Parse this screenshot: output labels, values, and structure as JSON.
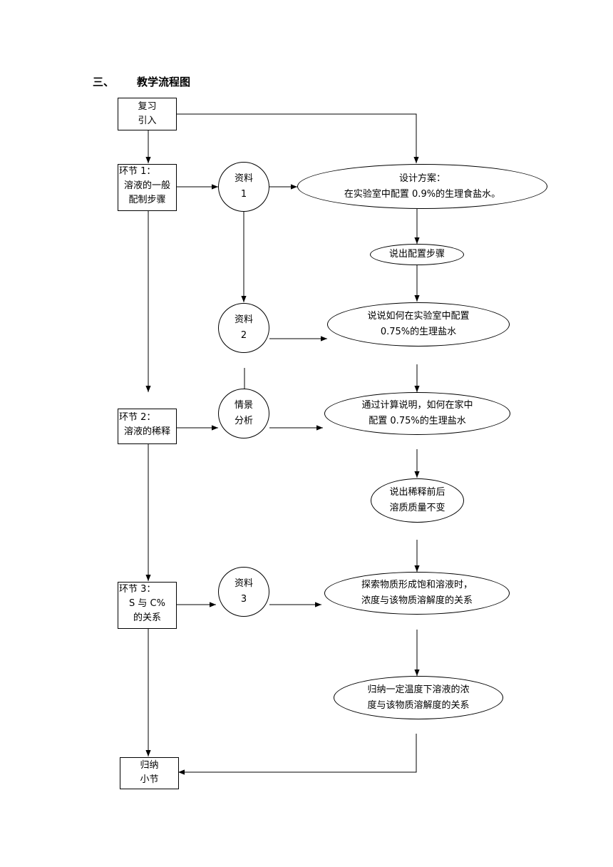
{
  "heading": {
    "number": "三、",
    "title": "教学流程图"
  },
  "stages": {
    "review": {
      "line1": "复习",
      "line2": "引入"
    },
    "stage1": {
      "line1": "环节 1：",
      "line2": "溶液的一般",
      "line3": "配制步骤"
    },
    "stage2": {
      "line1": "环节 2：",
      "line2": "溶液的稀释"
    },
    "stage3": {
      "line1": "环节 3：",
      "line2": "S 与 C%",
      "line3": "的关系"
    },
    "summary": {
      "line1": "归纳",
      "line2": "小节"
    }
  },
  "resources": {
    "material1": {
      "line1": "资料",
      "line2": "1"
    },
    "material2": {
      "line1": "资料",
      "line2": "2"
    },
    "scenario": {
      "line1": "情景",
      "line2": "分析"
    },
    "material3": {
      "line1": "资料",
      "line2": "3"
    }
  },
  "activities": {
    "design": {
      "line1": "设计方案：",
      "line2": "在实验室中配置 0.9%的生理食盐水。"
    },
    "steps": {
      "line1": "说出配置步骤"
    },
    "lab075": {
      "line1": "说说如何在实验室中配置",
      "line2": "0.75%的生理盐水"
    },
    "home075": {
      "line1": "通过计算说明，如何在家中",
      "line2": "配置 0.75%的生理盐水"
    },
    "dilution": {
      "line1": "说出稀释前后",
      "line2": "溶质质量不变"
    },
    "saturate": {
      "line1": "探索物质形成饱和溶液时，",
      "line2": "浓度与该物质溶解度的关系"
    },
    "conclude": {
      "line1": "归纳一定温度下溶液的浓",
      "line2": "度与该物质溶解度的关系"
    }
  }
}
